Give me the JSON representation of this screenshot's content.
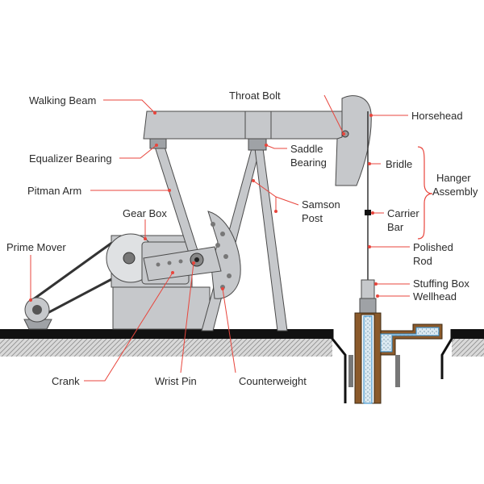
{
  "labels": {
    "walking_beam": "Walking Beam",
    "throat_bolt": "Throat Bolt",
    "horsehead": "Horsehead",
    "equalizer_bearing": "Equalizer Bearing",
    "saddle_bearing_1": "Saddle",
    "saddle_bearing_2": "Bearing",
    "bridle": "Bridle",
    "pitman_arm": "Pitman Arm",
    "hanger_assembly_1": "Hanger",
    "hanger_assembly_2": "Assembly",
    "gear_box": "Gear Box",
    "samson_post_1": "Samson",
    "samson_post_2": "Post",
    "carrier_bar_1": "Carrier",
    "carrier_bar_2": "Bar",
    "prime_mover": "Prime Mover",
    "polished_rod_1": "Polished",
    "polished_rod_2": "Rod",
    "stuffing_box": "Stuffing Box",
    "wellhead": "Wellhead",
    "crank": "Crank",
    "wrist_pin": "Wrist Pin",
    "counterweight": "Counterweight"
  },
  "colors": {
    "leader": "#e8453c",
    "steel": "#c6c8cb",
    "ground": "#111111",
    "casing": "#8b5a2b",
    "pipe_blue": "#2a88c9"
  }
}
